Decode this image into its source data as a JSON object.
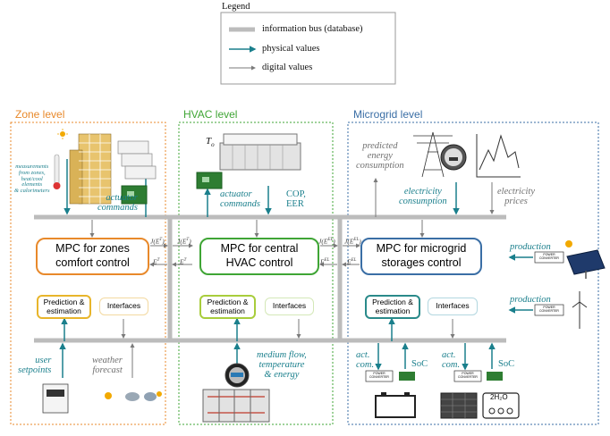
{
  "legend": {
    "title": "Legend",
    "bus": "information bus (database)",
    "physical": "physical values",
    "digital": "digital values"
  },
  "colors": {
    "zone": "#e8892b",
    "hvac": "#3fa535",
    "microgrid": "#3a6ea5",
    "physical": "#1a7f8c",
    "digital": "#7a7a7a",
    "bus": "#bcbcbc"
  },
  "zone": {
    "title": "Zone level",
    "measurements": "measurements\nfrom zones,\nheat/cool\nelements\n& calorimeters",
    "actuator": "actuator\ncommands",
    "mpc": "MPC for zones\ncomfort control",
    "prediction": "Prediction &\nestimation",
    "interfaces": "Interfaces",
    "setpoints": "user\nsetpoints",
    "weather": "weather\nforecast"
  },
  "hvac": {
    "title": "HVAC level",
    "actuator": "actuator\ncommands",
    "cop": "COP,\nEER",
    "mpc": "MPC for central\nHVAC control",
    "prediction": "Prediction &\nestimation",
    "interfaces": "Interfaces",
    "medium": "medium flow,\ntemperature\n& energy"
  },
  "microgrid": {
    "title": "Microgrid level",
    "predicted": "predicted\nenergy\nconsumption",
    "electricity_consumption": "electricity\nconsumption",
    "electricity_prices": "electricity\nprices",
    "mpc": "MPC for microgrid\nstorages control",
    "prediction": "Prediction &\nestimation",
    "interfaces": "Interfaces",
    "production": "production",
    "act1": "act.\ncom.",
    "act2": "act.\ncom.",
    "soc": "SoC",
    "power_converter": "POWER\nCONVERTER",
    "h2o": "2H₂O"
  },
  "labels": {
    "j_et": "J(E",
    "e_t": "E",
    "sup_t": "T",
    "sup_el": "EL",
    "close": ")",
    "t0": "T",
    "t0_sub": "o"
  }
}
